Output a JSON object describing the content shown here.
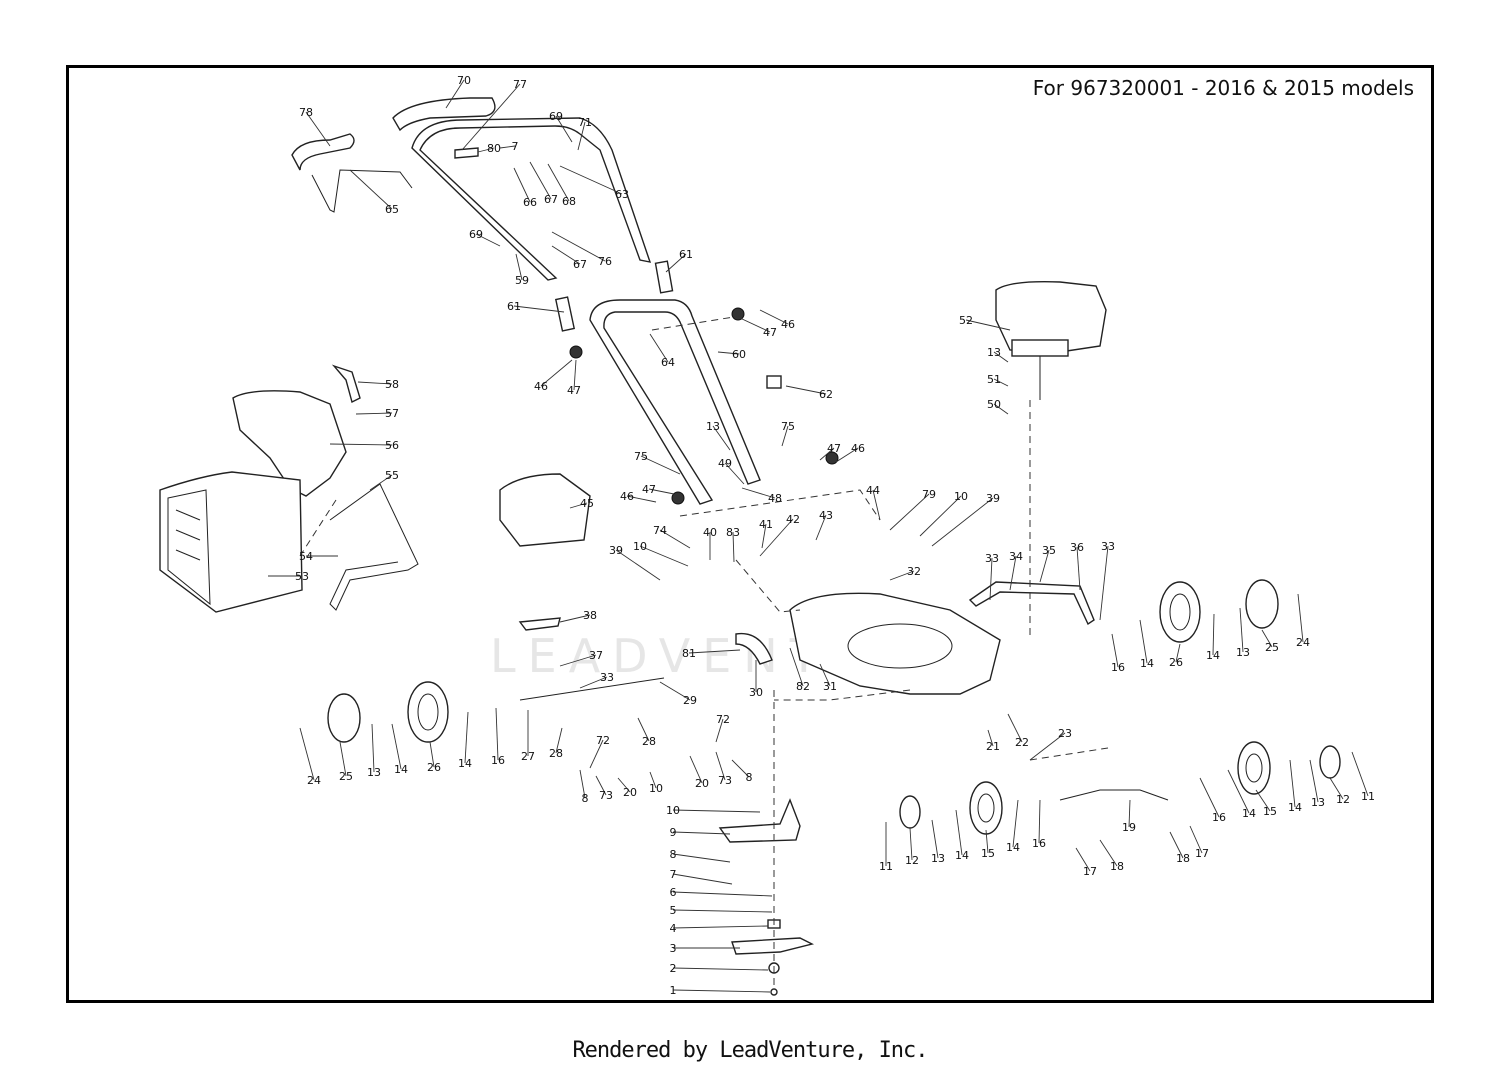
{
  "header": {
    "model_title": "For 967320001 - 2016 & 2015 models"
  },
  "footer": {
    "text": "Rendered by LeadVenture, Inc."
  },
  "watermark": {
    "text": "LEADVENTURE"
  },
  "callouts": [
    "70",
    "77",
    "78",
    "69",
    "71",
    "80",
    "7",
    "63",
    "66",
    "67",
    "68",
    "65",
    "69",
    "59",
    "67",
    "76",
    "61",
    "61",
    "64",
    "47",
    "46",
    "60",
    "46",
    "47",
    "62",
    "58",
    "57",
    "56",
    "55",
    "54",
    "53",
    "52",
    "13",
    "51",
    "50",
    "13",
    "75",
    "75",
    "49",
    "48",
    "47",
    "46",
    "47",
    "46",
    "45",
    "44",
    "79",
    "10",
    "39",
    "41",
    "42",
    "43",
    "74",
    "40",
    "83",
    "10",
    "39",
    "32",
    "33",
    "34",
    "35",
    "36",
    "33",
    "38",
    "37",
    "33",
    "81",
    "30",
    "82",
    "31",
    "29",
    "16",
    "14",
    "26",
    "14",
    "13",
    "25",
    "24",
    "24",
    "25",
    "13",
    "14",
    "26",
    "14",
    "16",
    "27",
    "28",
    "28",
    "72",
    "72",
    "8",
    "73",
    "20",
    "10",
    "20",
    "73",
    "8",
    "21",
    "22",
    "23",
    "10",
    "9",
    "8",
    "7",
    "6",
    "5",
    "4",
    "3",
    "2",
    "1",
    "11",
    "12",
    "13",
    "14",
    "15",
    "14",
    "16",
    "16",
    "14",
    "15",
    "14",
    "13",
    "12",
    "11",
    "19",
    "18",
    "17",
    "17",
    "18"
  ]
}
